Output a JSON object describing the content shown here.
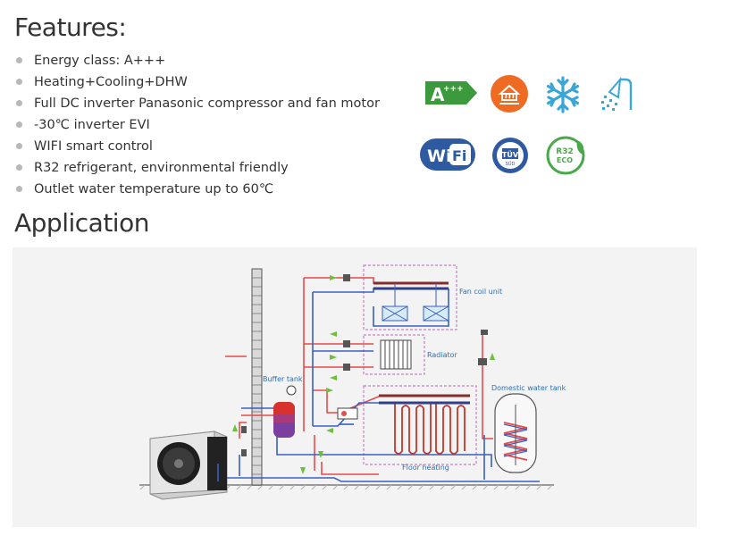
{
  "features": {
    "title": "Features:",
    "items": [
      "Energy class: A+++",
      "Heating+Cooling+DHW",
      "Full DC inverter Panasonic compressor and fan motor",
      "-30℃ inverter EVI",
      "WIFI smart control",
      "R32 refrigerant, environmental friendly",
      "Outlet water temperature up to 60℃"
    ]
  },
  "badges": {
    "energy": "A",
    "energy_sup": "+++",
    "wifi_a": "Wi",
    "wifi_b": "Fi",
    "tuv": "TÜV",
    "tuv_sub": "SÜD",
    "r32": "R32",
    "eco": "ECO"
  },
  "application": {
    "title": "Application",
    "labels": {
      "fan_coil": "Fan coil unit",
      "radiator": "Radiator",
      "buffer_tank": "Buffer tank",
      "domestic_tank": "Domestic water tank",
      "floor_heating": "Floor heating"
    }
  },
  "colors": {
    "hot_pipe": "#e84b4b",
    "cold_pipe": "#3a5fbf",
    "zone_border": "#c77fc7",
    "energy_green": "#3c9a3c",
    "heating_orange": "#ef6b24",
    "snow_blue": "#3aa6d8",
    "wifi_blue": "#2d5aa0",
    "eco_green": "#4aa84a",
    "label_blue": "#2d6fb5"
  }
}
